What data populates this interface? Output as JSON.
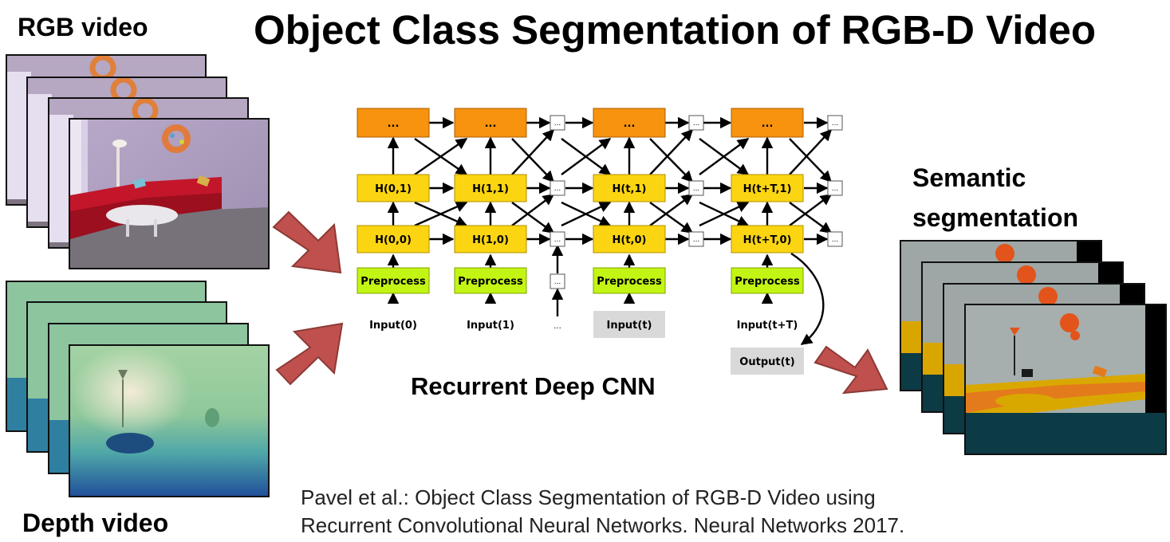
{
  "title": "Object Class Segmentation of RGB-D Video",
  "labels": {
    "rgb_video": "RGB video",
    "depth_video": "Depth video",
    "semantic_segmentation": [
      "Semantic",
      "segmentation"
    ],
    "recurrent_cnn": "Recurrent Deep CNN"
  },
  "citation": {
    "line1": "Pavel et al.: Object Class Segmentation of RGB-D Video using",
    "line2": "Recurrent Convolutional Neural Networks. Neural Networks 2017."
  },
  "network": {
    "columns": [
      {
        "top": "...",
        "h1": "H(0,1)",
        "h0": "H(0,0)",
        "pre": "Preprocess",
        "input": "Input(0)"
      },
      {
        "top": "...",
        "h1": "H(1,1)",
        "h0": "H(1,0)",
        "pre": "Preprocess",
        "input": "Input(1)"
      },
      {
        "top": "...",
        "h1": "H(t,1)",
        "h0": "H(t,0)",
        "pre": "Preprocess",
        "input": "Input(t)"
      },
      {
        "top": "...",
        "h1": "H(t+T,1)",
        "h0": "H(t+T,0)",
        "pre": "Preprocess",
        "input": "Input(t+T)"
      }
    ],
    "ellipsis": "...",
    "output": "Output(t)"
  },
  "colors": {
    "top_layer": "#f7930f",
    "hidden_layer": "#fcd512",
    "preprocess": "#c3f514",
    "highlight": "#d9d9d9",
    "arrow_red": "#c0504d"
  }
}
